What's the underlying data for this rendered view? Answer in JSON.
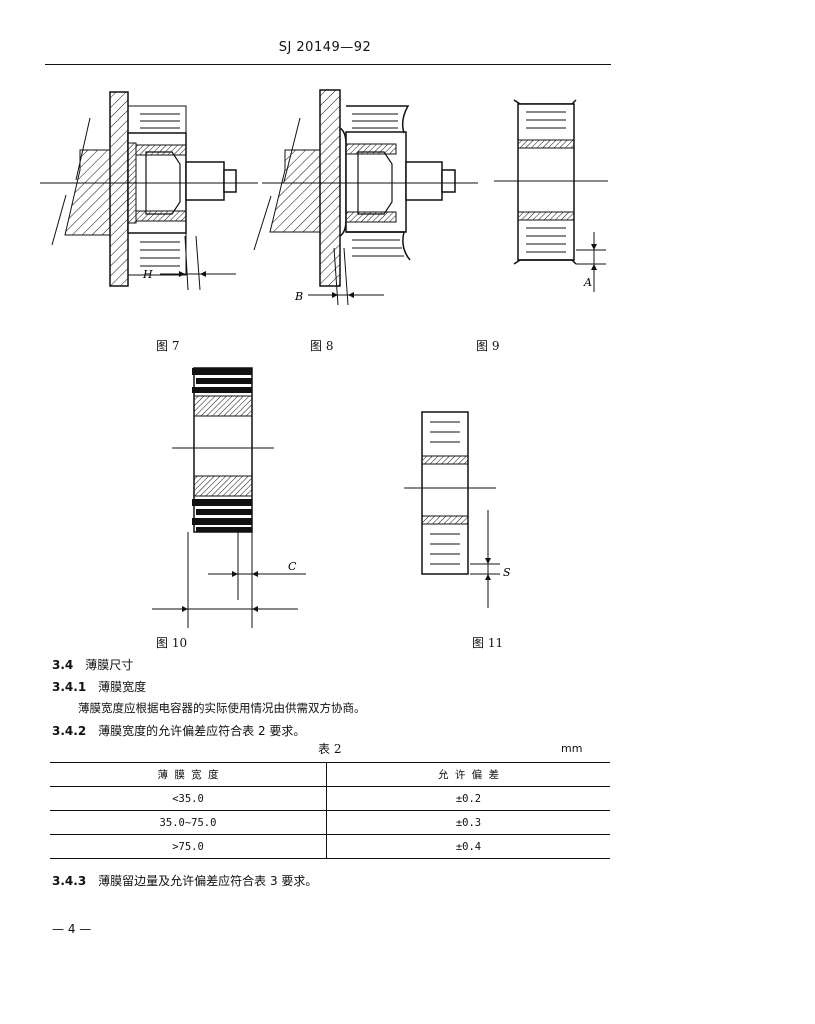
{
  "header": {
    "standard_number": "SJ 20149—92"
  },
  "figures": {
    "fig7": {
      "caption": "图 7",
      "label": "H"
    },
    "fig8": {
      "caption": "图 8",
      "label": "B"
    },
    "fig9": {
      "caption": "图 9",
      "label": "A"
    },
    "fig10": {
      "caption": "图 10",
      "label": "C"
    },
    "fig11": {
      "caption": "图 11",
      "label": "S"
    }
  },
  "sections": {
    "s34": {
      "num": "3.4",
      "title": "薄膜尺寸"
    },
    "s341": {
      "num": "3.4.1",
      "title": "薄膜宽度"
    },
    "s341_text": "薄膜宽度应根据电容器的实际使用情况由供需双方协商。",
    "s342": {
      "num": "3.4.2",
      "title": "薄膜宽度的允许偏差应符合表 2 要求。"
    },
    "s343": {
      "num": "3.4.3",
      "title": "薄膜留边量及允许偏差应符合表 3 要求。"
    }
  },
  "table2": {
    "title": "表 2",
    "unit": "mm",
    "headers": [
      "薄 膜 宽 度",
      "允 许 偏 差"
    ],
    "rows": [
      [
        "<35.0",
        "±0.2"
      ],
      [
        "35.0~75.0",
        "±0.3"
      ],
      [
        ">75.0",
        "±0.4"
      ]
    ]
  },
  "footer": {
    "page": "— 4 —"
  }
}
